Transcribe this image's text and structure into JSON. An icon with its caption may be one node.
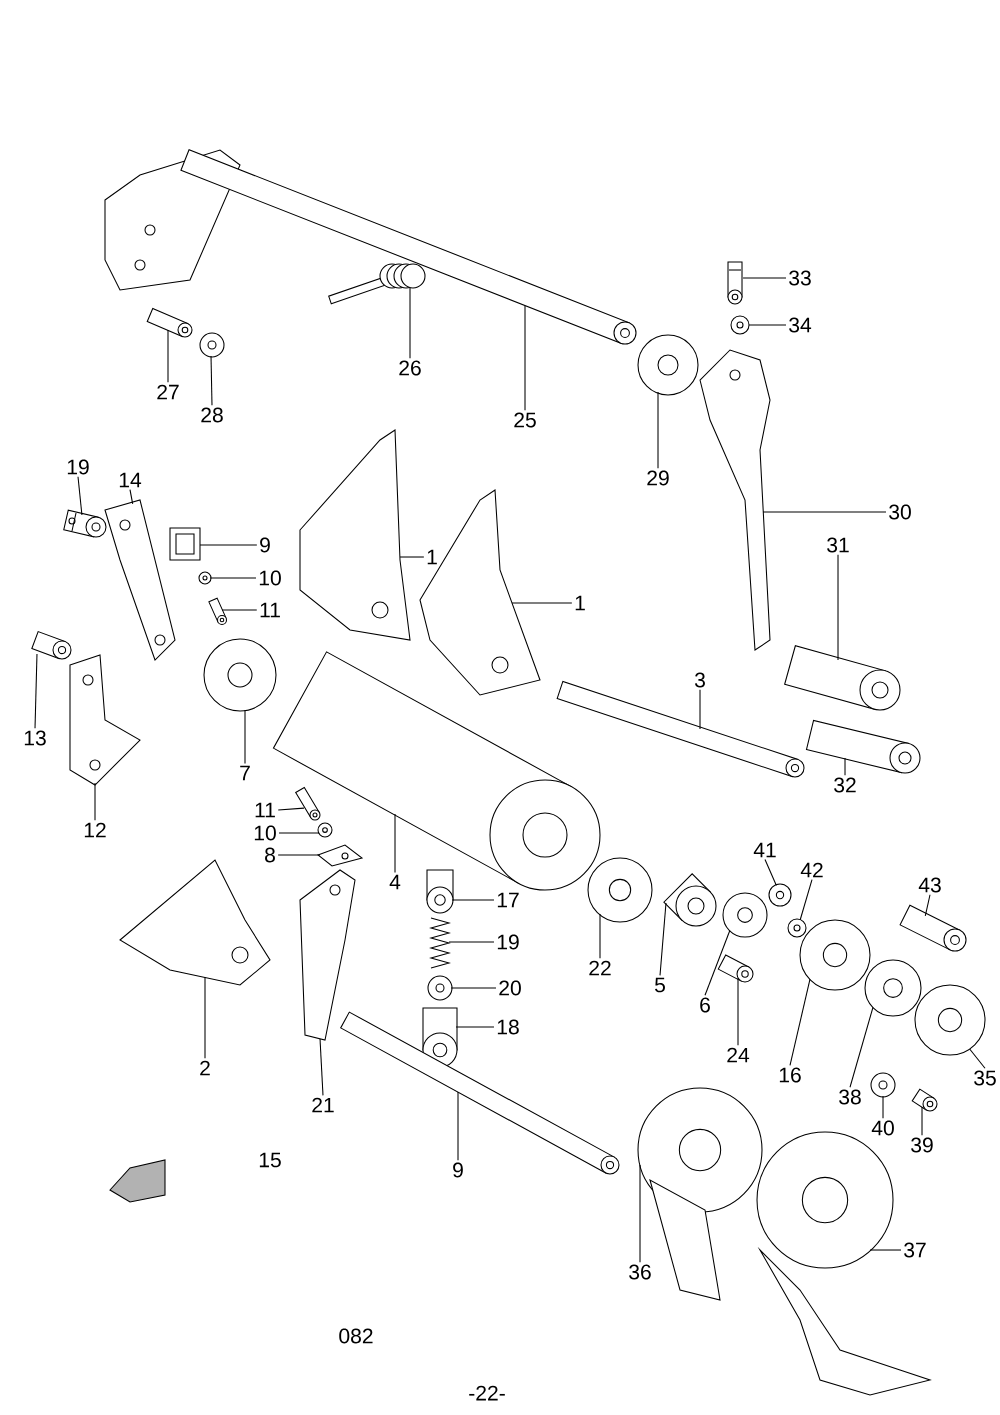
{
  "diagram": {
    "nodes": [
      {
        "text": [
          "33"
        ]
      },
      {
        "text": [
          "34"
        ]
      },
      {
        "text": [
          "26"
        ]
      },
      {
        "text": [
          "25"
        ]
      },
      {
        "text": [
          "27"
        ]
      },
      {
        "text": [
          "28"
        ]
      },
      {
        "text": [
          "29"
        ]
      },
      {
        "text": [
          "19"
        ]
      },
      {
        "text": [
          "14"
        ]
      },
      {
        "text": [
          "9"
        ]
      },
      {
        "text": [
          "1"
        ]
      },
      {
        "text": [
          "30"
        ]
      },
      {
        "text": [
          "31"
        ]
      },
      {
        "text": [
          "10"
        ]
      },
      {
        "text": [
          "11"
        ]
      },
      {
        "text": [
          "1"
        ]
      },
      {
        "text": [
          "3"
        ]
      },
      {
        "text": [
          "13"
        ]
      },
      {
        "text": [
          "7"
        ]
      },
      {
        "text": [
          "32"
        ]
      },
      {
        "text": [
          "11"
        ]
      },
      {
        "text": [
          "12"
        ]
      },
      {
        "text": [
          "10"
        ]
      },
      {
        "text": [
          "8"
        ]
      },
      {
        "text": [
          "4"
        ]
      },
      {
        "text": [
          "41"
        ]
      },
      {
        "text": [
          "42"
        ]
      },
      {
        "text": [
          "43"
        ]
      },
      {
        "text": [
          "17"
        ]
      },
      {
        "text": [
          "19"
        ]
      },
      {
        "text": [
          "22"
        ]
      },
      {
        "text": [
          "5"
        ]
      },
      {
        "text": [
          "20"
        ]
      },
      {
        "text": [
          "6"
        ]
      },
      {
        "text": [
          "18"
        ]
      },
      {
        "text": [
          "24"
        ]
      },
      {
        "text": [
          "2"
        ]
      },
      {
        "text": [
          "16"
        ]
      },
      {
        "text": [
          "38"
        ]
      },
      {
        "text": [
          "21"
        ]
      },
      {
        "text": [
          "35"
        ]
      },
      {
        "text": [
          "40"
        ]
      },
      {
        "text": [
          "39"
        ]
      },
      {
        "text": [
          "9"
        ]
      },
      {
        "text": [
          "37"
        ]
      },
      {
        "text": [
          "36"
        ]
      },
      {
        "text": [],
        "shape": "picture"
      },
      {
        "text": [],
        "shape": "picture"
      },
      {
        "text": [],
        "shape": "picture"
      },
      {
        "text": [],
        "shape": "picture"
      },
      {
        "text": [],
        "shape": "picture"
      },
      {
        "text": [],
        "shape": "picture"
      },
      {
        "text": [],
        "shape": "picture"
      },
      {
        "text": [],
        "shape": "picture"
      },
      {
        "text": [],
        "shape": "picture"
      },
      {
        "text": [],
        "shape": "picture"
      },
      {
        "text": [],
        "shape": "picture"
      },
      {
        "text": [],
        "shape": "picture"
      },
      {
        "text": [],
        "shape": "picture"
      },
      {
        "text": [],
        "shape": "picture"
      },
      {
        "text": [],
        "shape": "picture"
      },
      {
        "text": [],
        "shape": "picture"
      },
      {
        "text": [],
        "shape": "picture"
      },
      {
        "text": [],
        "shape": "picture"
      },
      {
        "text": [],
        "shape": "picture"
      },
      {
        "text": [],
        "shape": "picture"
      },
      {
        "text": [],
        "shape": "picture"
      },
      {
        "text": [],
        "shape": "picture"
      },
      {
        "text": [],
        "shape": "picture"
      },
      {
        "text": [],
        "shape": "picture"
      },
      {
        "text": [],
        "shape": "picture"
      },
      {
        "text": [],
        "shape": "picture"
      },
      {
        "text": [],
        "shape": "picture"
      },
      {
        "text": [],
        "shape": "picture"
      },
      {
        "text": [],
        "shape": "picture"
      },
      {
        "text": [],
        "shape": "picture"
      },
      {
        "text": [],
        "shape": "picture"
      },
      {
        "text": [],
        "shape": "picture"
      },
      {
        "text": [],
        "shape": "picture"
      },
      {
        "text": [],
        "shape": "picture"
      },
      {
        "text": [],
        "shape": "picture"
      },
      {
        "text": [],
        "shape": "picture"
      },
      {
        "text": [],
        "shape": "picture"
      },
      {
        "text": [],
        "shape": "picture"
      },
      {
        "text": [],
        "shape": "picture"
      },
      {
        "text": [],
        "shape": "picture"
      },
      {
        "text": [],
        "shape": "picture"
      },
      {
        "text": [],
        "shape": "picture"
      },
      {
        "text": [],
        "shape": "picture"
      },
      {
        "text": [],
        "shape": "picture"
      },
      {
        "text": [],
        "shape": "picture"
      },
      {
        "text": [],
        "shape": "picture"
      }
    ],
    "edges": [
      {
        "from": 0,
        "to": 46,
        "arrow": "none"
      },
      {
        "from": 1,
        "to": 47,
        "arrow": "none"
      },
      {
        "from": 2,
        "to": 48,
        "arrow": "none"
      },
      {
        "from": 3,
        "to": 49,
        "arrow": "none"
      },
      {
        "from": 4,
        "to": 50,
        "arrow": "none"
      },
      {
        "from": 5,
        "to": 51,
        "arrow": "none"
      },
      {
        "from": 6,
        "to": 52,
        "arrow": "none"
      },
      {
        "from": 7,
        "to": 53,
        "arrow": "none"
      },
      {
        "from": 8,
        "to": 54,
        "arrow": "none"
      },
      {
        "from": 9,
        "to": 55,
        "arrow": "none"
      },
      {
        "from": 10,
        "to": 56,
        "arrow": "none"
      },
      {
        "from": 11,
        "to": 57,
        "arrow": "none"
      },
      {
        "from": 12,
        "to": 58,
        "arrow": "none"
      },
      {
        "from": 13,
        "to": 59,
        "arrow": "none"
      },
      {
        "from": 14,
        "to": 60,
        "arrow": "none"
      },
      {
        "from": 15,
        "to": 61,
        "arrow": "none"
      },
      {
        "from": 16,
        "to": 62,
        "arrow": "none"
      },
      {
        "from": 17,
        "to": 63,
        "arrow": "none"
      },
      {
        "from": 18,
        "to": 64,
        "arrow": "none"
      },
      {
        "from": 19,
        "to": 65,
        "arrow": "none"
      },
      {
        "from": 20,
        "to": 66,
        "arrow": "none"
      },
      {
        "from": 21,
        "to": 67,
        "arrow": "none"
      },
      {
        "from": 22,
        "to": 68,
        "arrow": "none"
      },
      {
        "from": 23,
        "to": 69,
        "arrow": "none"
      },
      {
        "from": 24,
        "to": 70,
        "arrow": "none"
      },
      {
        "from": 25,
        "to": 71,
        "arrow": "none"
      },
      {
        "from": 26,
        "to": 72,
        "arrow": "none"
      },
      {
        "from": 27,
        "to": 73,
        "arrow": "none"
      },
      {
        "from": 28,
        "to": 74,
        "arrow": "none"
      },
      {
        "from": 29,
        "to": 75,
        "arrow": "none"
      },
      {
        "from": 30,
        "to": 76,
        "arrow": "none"
      },
      {
        "from": 31,
        "to": 77,
        "arrow": "none"
      },
      {
        "from": 32,
        "to": 78,
        "arrow": "none"
      },
      {
        "from": 33,
        "to": 79,
        "arrow": "none"
      },
      {
        "from": 34,
        "to": 80,
        "arrow": "none"
      },
      {
        "from": 35,
        "to": 81,
        "arrow": "none"
      },
      {
        "from": 36,
        "to": 82,
        "arrow": "none"
      },
      {
        "from": 37,
        "to": 83,
        "arrow": "none"
      },
      {
        "from": 38,
        "to": 84,
        "arrow": "none"
      },
      {
        "from": 39,
        "to": 85,
        "arrow": "none"
      },
      {
        "from": 40,
        "to": 86,
        "arrow": "none"
      },
      {
        "from": 41,
        "to": 87,
        "arrow": "none"
      },
      {
        "from": 42,
        "to": 88,
        "arrow": "none"
      },
      {
        "from": 43,
        "to": 89,
        "arrow": "none"
      },
      {
        "from": 44,
        "to": 90,
        "arrow": "none"
      },
      {
        "from": 45,
        "to": 91,
        "arrow": "none"
      }
    ],
    "labels": [
      "15",
      "082",
      "-22-"
    ]
  }
}
